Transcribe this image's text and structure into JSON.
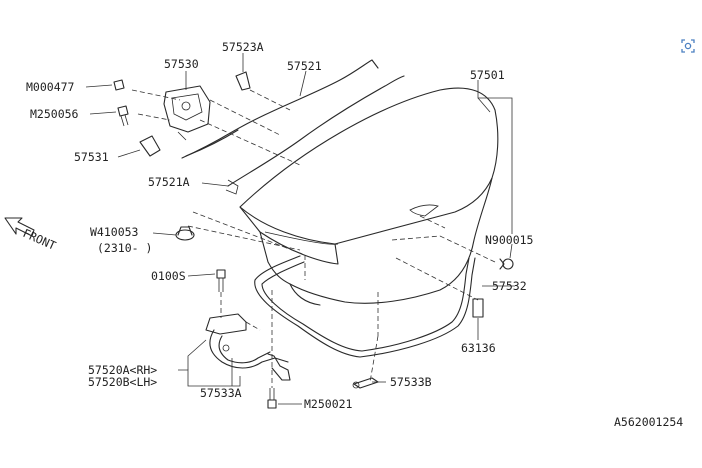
{
  "labels": {
    "l57523A": "57523A",
    "l57530": "57530",
    "l57521": "57521",
    "l57501": "57501",
    "lM000477": "M000477",
    "lM250056": "M250056",
    "l57531": "57531",
    "l57521A": "57521A",
    "lW410053": "W410053",
    "l2310": "(2310- )",
    "lN900015": "N900015",
    "l0100S": "0100S",
    "l57532": "57532",
    "l63136": "63136",
    "l57520A": "57520A<RH>",
    "l57520B": "57520B<LH>",
    "l57533A": "57533A",
    "l57533B": "57533B",
    "lM250021": "M250021"
  },
  "front_label": "FRONT",
  "diagram_id": "A562001254",
  "icons": {
    "zoom": "zoom-icon",
    "front_arrow": "front-arrow-icon"
  }
}
